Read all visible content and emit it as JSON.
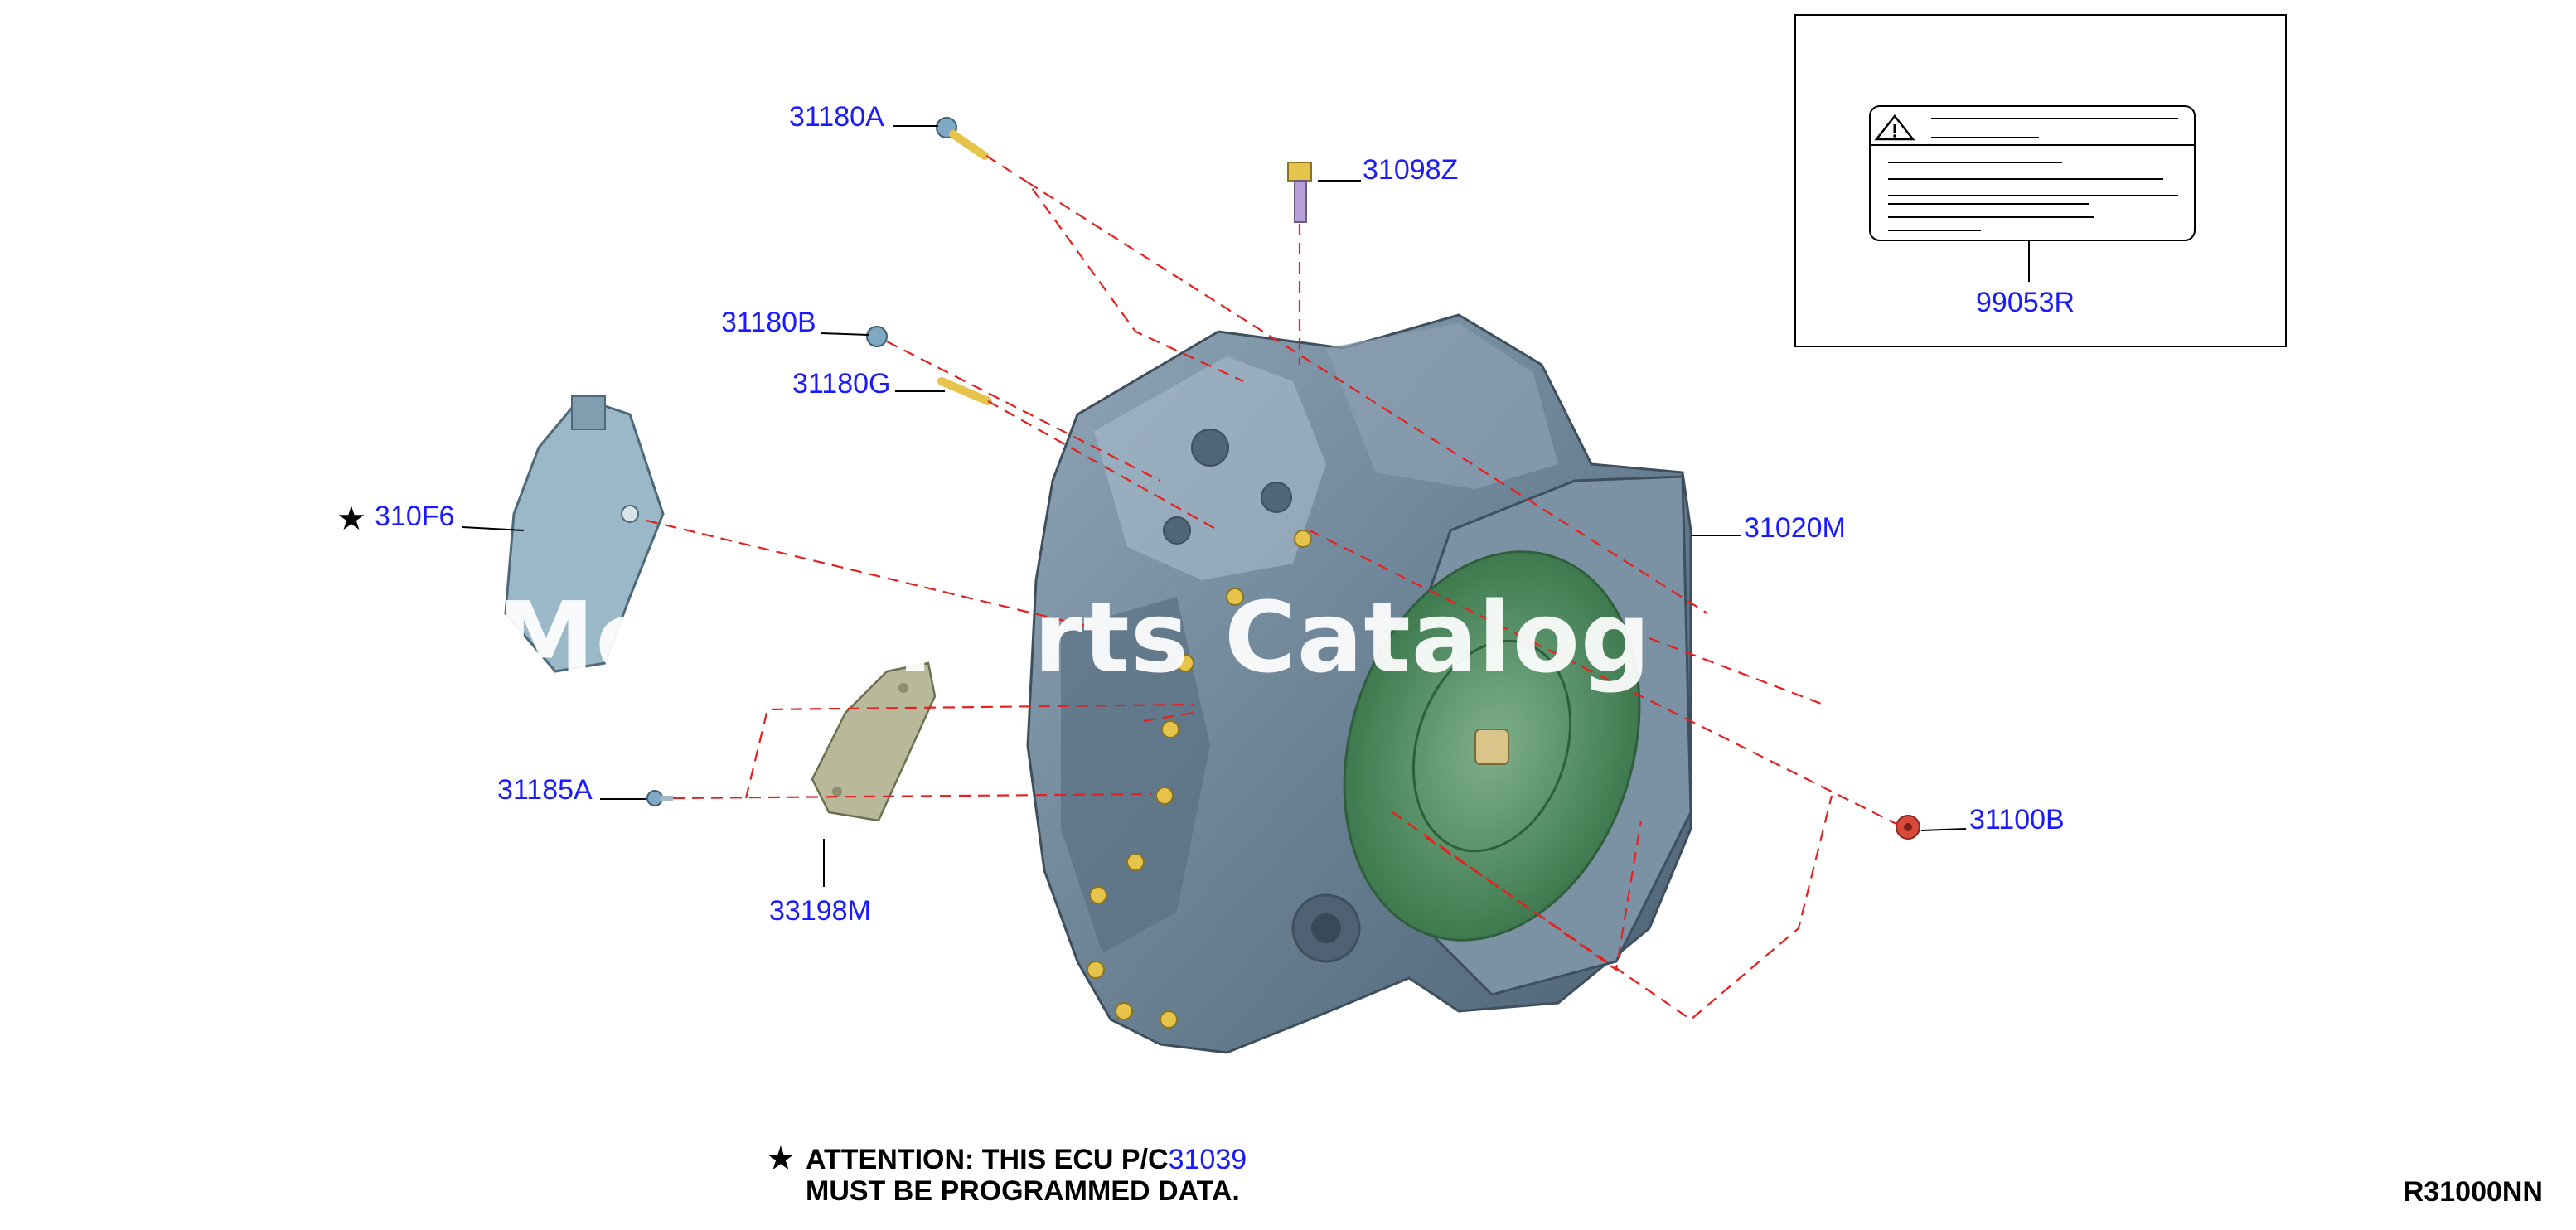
{
  "callouts": {
    "c31180A": "31180A",
    "c31098Z": "31098Z",
    "c31180B": "31180B",
    "c31180G": "31180G",
    "c310F6": "310F6",
    "c31020M": "31020M",
    "c31185A": "31185A",
    "c33198M": "33198M",
    "c31100B": "31100B",
    "c99053R": "99053R"
  },
  "star_symbol": "★",
  "note": {
    "line1_prefix": "ATTENTION: THIS ECU P/C",
    "line1_part": "31039",
    "line2": "MUST BE PROGRAMMED DATA."
  },
  "diagram_code": "R31000NN",
  "watermark": "Mer        to Parts Catalog",
  "colors": {
    "callout_text": "#1a1aff",
    "leader_dash": "#e52020",
    "transmission_body": "#6f8597",
    "converter": "#4e8a5e",
    "bracket": "#b8b89a",
    "ecu": "#9ab8c8",
    "bolt": "#e6c34a",
    "nut": "#d84a3a"
  },
  "icons": [
    "warning-triangle-icon"
  ]
}
